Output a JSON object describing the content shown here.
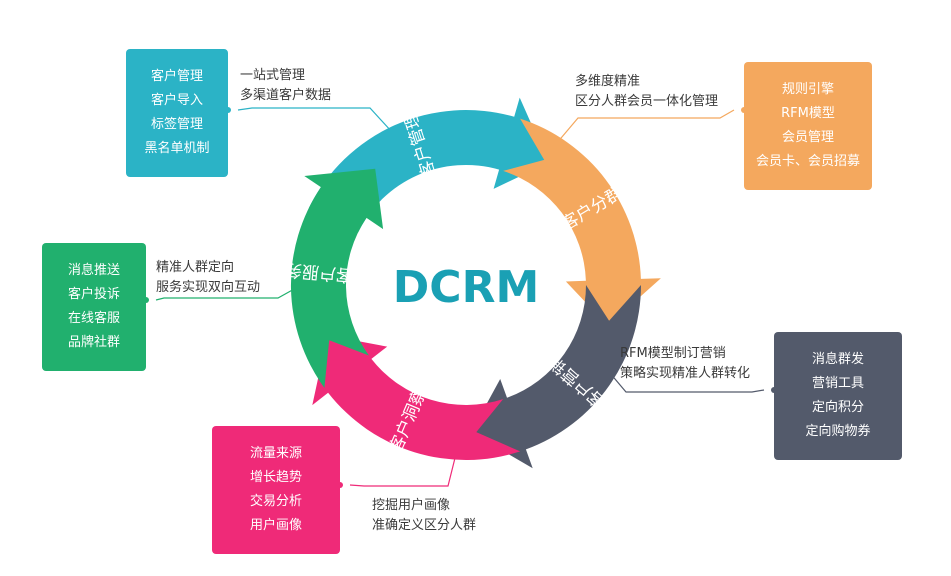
{
  "center": {
    "title": "DCRM",
    "color": "#1aa0b4"
  },
  "segments": [
    {
      "id": "customer-management",
      "label": "客户管理",
      "color": "#2bb3c6",
      "items": [
        "客户管理",
        "客户导入",
        "标签管理",
        "黑名单机制"
      ],
      "desc": [
        "一站式管理",
        "多渠道客户数据"
      ]
    },
    {
      "id": "customer-segmentation",
      "label": "客户分群",
      "color": "#f4a85e",
      "items": [
        "规则引擎",
        "RFM模型",
        "会员管理",
        "会员卡、会员招募"
      ],
      "desc": [
        "多维度精准",
        "区分人群会员一体化管理"
      ]
    },
    {
      "id": "customer-marketing",
      "label": "客户营销",
      "color": "#535a6b",
      "items": [
        "消息群发",
        "营销工具",
        "定向积分",
        "定向购物券"
      ],
      "desc": [
        "RFM模型制订营销",
        "策略实现精准人群转化"
      ]
    },
    {
      "id": "customer-insight",
      "label": "客户洞察",
      "color": "#ef2a78",
      "items": [
        "流量来源",
        "增长趋势",
        "交易分析",
        "用户画像"
      ],
      "desc": [
        "挖掘用户画像",
        "准确定义区分人群"
      ]
    },
    {
      "id": "customer-service",
      "label": "客户服务",
      "color": "#21b06e",
      "items": [
        "消息推送",
        "客户投诉",
        "在线客服",
        "品牌社群"
      ],
      "desc": [
        "精准人群定向",
        "服务实现双向互动"
      ]
    }
  ]
}
